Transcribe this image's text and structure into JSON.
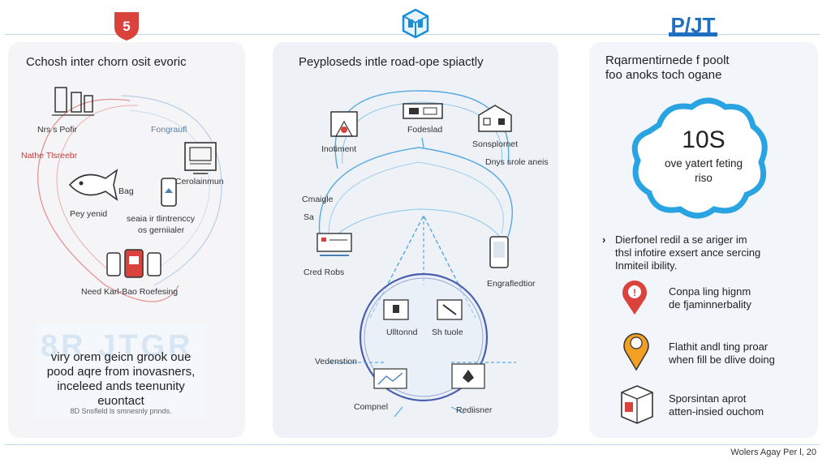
{
  "header": {
    "left_badge": "5",
    "right_logo": "P/JT"
  },
  "panel1": {
    "title": "Cchosh inter chorn osit evoric",
    "labels": {
      "top": "Nrs s Pofir",
      "mid_right": "Fongraufl",
      "red_left": "Nathe Tlsreebr",
      "right_device": "Cerolainmun",
      "bag": "Bag",
      "bottom_left": "Pey yenid",
      "small_center": "seaia ir tlintrenccy",
      "small_center2": "os gerniialer",
      "bottom": "Need Karl-Bao Roefesing"
    },
    "note": {
      "line1": "viry orem geicn grook oue",
      "line2": "pood aqre from inovasners,",
      "line3": "inceleed ands teenunity",
      "line4": "euontact",
      "small": "8D Snsfleld ls smnesnly pnnds.",
      "watermark": "8R JTGR"
    }
  },
  "panel2": {
    "title": "Peyploseds intle road-ope spiactly",
    "labels": {
      "top_left": "Inotiment",
      "top_mid": "Fodeslad",
      "top_right": "Sonsplornet",
      "top_right2": "Dnys srole aneis",
      "left_mid": "Cmaigle",
      "left_small": "Sa",
      "left_bottom": "Cred Robs",
      "right_bottom": "Engrafledtior",
      "circle_tl": "Ulltonnd",
      "circle_tr": "Sh tuole",
      "vedenstion": "Vedenstion",
      "compne": "Compnel",
      "rediisner": "Rediisner"
    }
  },
  "panel3": {
    "title_line1": "Rqarmentirnede f poolt",
    "title_line2": "foo anoks toch ogane",
    "stat_value": "10S",
    "stat_cap1": "ove yatert feting",
    "stat_cap2": "riso",
    "bullet": {
      "line1": "Dierfonel redil a se ariger im",
      "line2": "thsl infotire exsert ance sercing",
      "line3": "Inmiteil ibility."
    },
    "items": [
      {
        "line1": "Conpa ling hignm",
        "line2": "de fjaminnerbality"
      },
      {
        "line1": "Flathit andl ting proar",
        "line2": "when fill be dlive doing"
      },
      {
        "line1": "Sporsintan aprot",
        "line2": "atten-insied ouchom"
      }
    ]
  },
  "footer": "Wolers Agay Per l, 20",
  "colors": {
    "accent_red": "#d9433b",
    "accent_blue": "#1a8fd6",
    "logo_blue": "#1e6fc0",
    "pin_orange": "#f2a024"
  }
}
